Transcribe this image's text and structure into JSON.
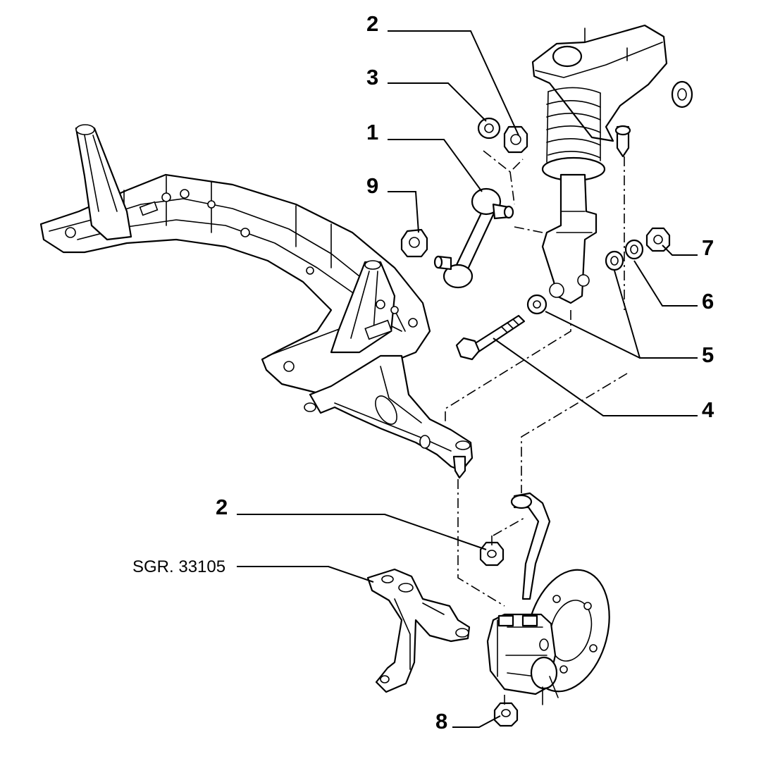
{
  "callouts": {
    "c2_top": "2",
    "c3": "3",
    "c1": "1",
    "c9": "9",
    "c7": "7",
    "c6": "6",
    "c5": "5",
    "c4": "4",
    "c2_bottom": "2",
    "c8": "8"
  },
  "reference": {
    "group": "SGR. 33105"
  },
  "colors": {
    "line": "#000000",
    "background": "#ffffff"
  }
}
